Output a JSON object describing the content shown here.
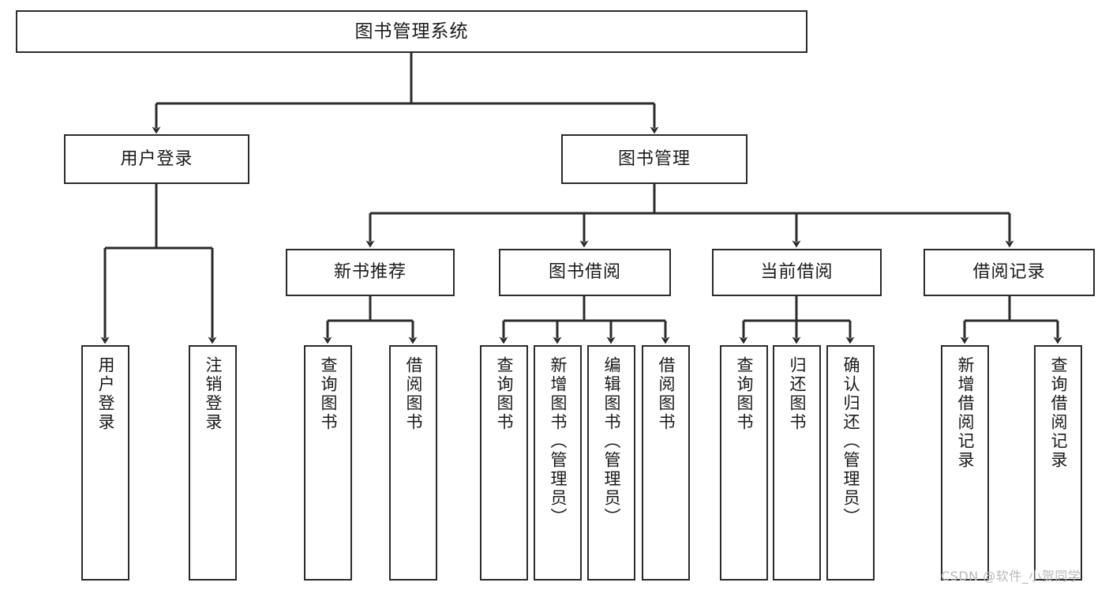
{
  "diagram": {
    "title": "图书管理系统",
    "type": "tree-hierarchy-diagram",
    "colors": {
      "stroke": "#2b2b2b",
      "fill": "#ffffff",
      "text": "#1a1a1a",
      "watermark": "#b9b9b9",
      "background": "#ffffff"
    },
    "root": {
      "label": "图书管理系统"
    },
    "level1": [
      {
        "label": "用户登录"
      },
      {
        "label": "图书管理"
      }
    ],
    "level2": [
      {
        "label": "新书推荐"
      },
      {
        "label": "图书借阅"
      },
      {
        "label": "当前借阅"
      },
      {
        "label": "借阅记录"
      }
    ],
    "leaves": {
      "user_login": [
        {
          "label": "用户登录"
        },
        {
          "label": "注销登录"
        }
      ],
      "new_book_recommend": [
        {
          "label": "查询图书"
        },
        {
          "label": "借阅图书"
        }
      ],
      "book_borrow": [
        {
          "label": "查询图书"
        },
        {
          "label": "新增图书（管理员）"
        },
        {
          "label": "编辑图书（管理员）"
        },
        {
          "label": "借阅图书"
        }
      ],
      "current_borrow": [
        {
          "label": "查询图书"
        },
        {
          "label": "归还图书"
        },
        {
          "label": "确认归还（管理员）"
        }
      ],
      "borrow_record": [
        {
          "label": "新增借阅记录"
        },
        {
          "label": "查询借阅记录"
        }
      ]
    },
    "watermark": "CSDN @软件_小贺同学"
  }
}
